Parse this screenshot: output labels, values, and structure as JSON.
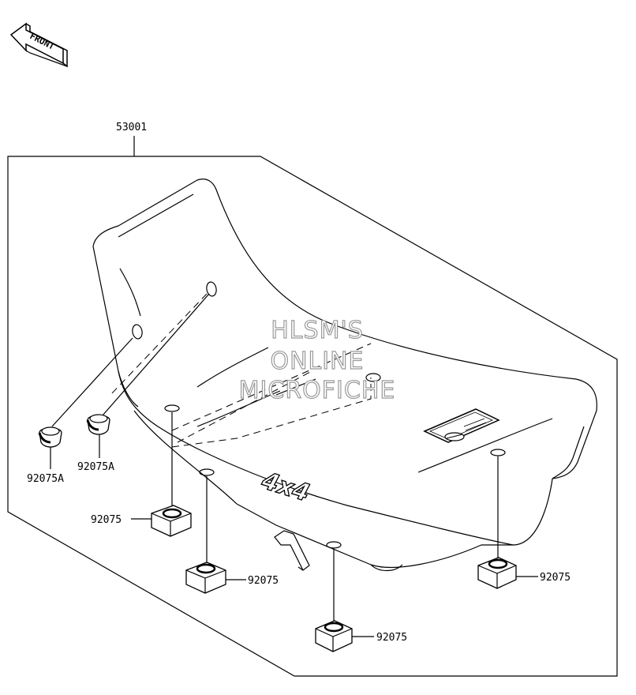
{
  "front_indicator": {
    "label": "FRONT"
  },
  "assembly": {
    "part_number": "53001"
  },
  "seat_logo": {
    "text": "4x4"
  },
  "watermark": {
    "lines": [
      "HLSM'S",
      "ONLINE",
      "MICROFICHE"
    ]
  },
  "callouts": [
    {
      "id": "grommet-left",
      "part": "92075A"
    },
    {
      "id": "grommet-right",
      "part": "92075A"
    },
    {
      "id": "damper-front-left",
      "part": "92075"
    },
    {
      "id": "damper-middle",
      "part": "92075"
    },
    {
      "id": "damper-rear-center",
      "part": "92075"
    },
    {
      "id": "damper-rear-right",
      "part": "92075"
    }
  ]
}
